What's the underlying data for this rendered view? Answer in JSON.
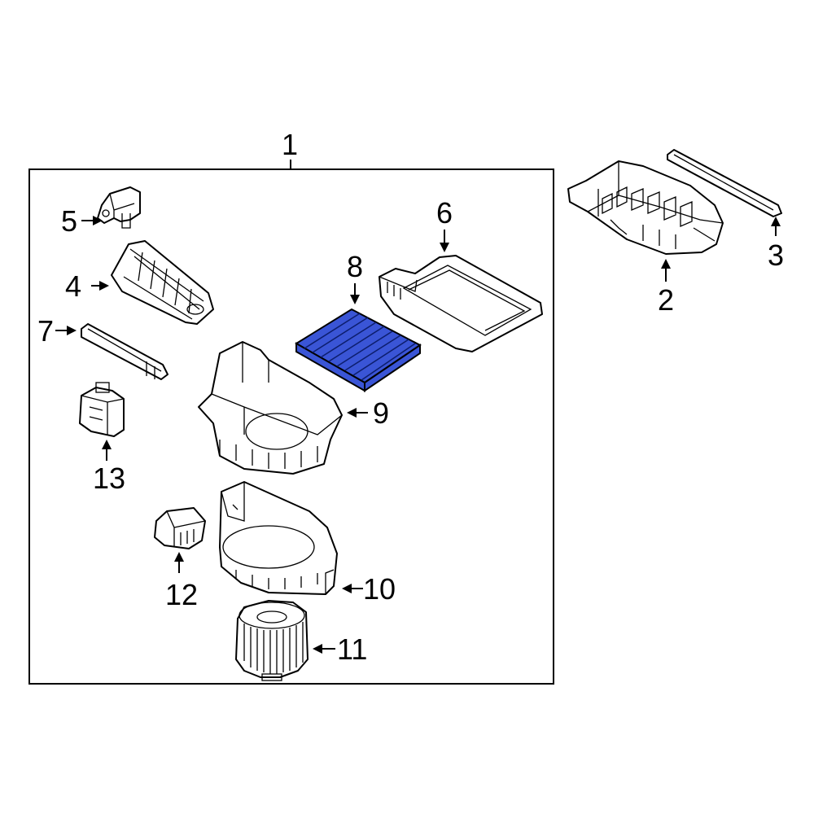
{
  "diagram": {
    "highlight_color": "#3a55d6",
    "callouts": {
      "c1": "1",
      "c2": "2",
      "c3": "3",
      "c4": "4",
      "c5": "5",
      "c6": "6",
      "c7": "7",
      "c8": "8",
      "c9": "9",
      "c10": "10",
      "c11": "11",
      "c12": "12",
      "c13": "13"
    }
  }
}
